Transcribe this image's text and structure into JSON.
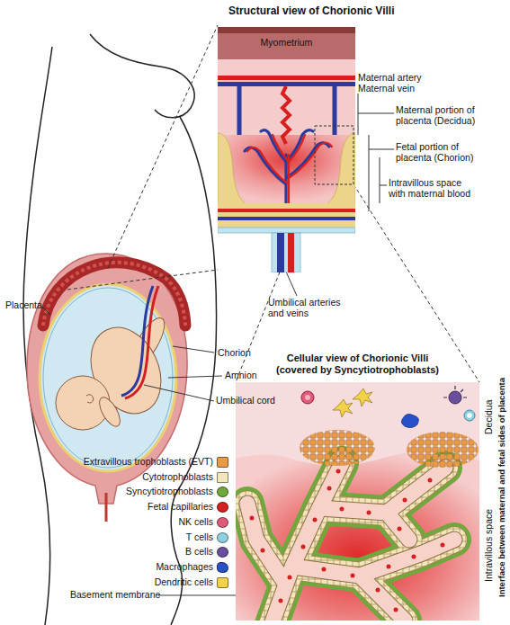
{
  "diagram": {
    "nodes": [
      {
        "text": [
          "Structural view of Chorionic Villi"
        ]
      },
      {
        "text": [
          "Cellular view of Chorionic Villi (covered by Syncytiotrophoblasts)"
        ]
      }
    ],
    "labels": [
      "Myometrium",
      "Maternal artery",
      "Maternal vein",
      "Maternal portion of placenta (Decidua)",
      "Fetal portion of placenta (Chorion)",
      "Intravillous space with maternal blood",
      "Placenta",
      "Chorion",
      "Amnion",
      "Umbilical cord",
      "Umbilical arteries and veins",
      "Basement membrane",
      "Interface between maternal and fetal sides of placenta",
      "Decidua",
      "Intravillous space"
    ],
    "legend": [
      {
        "text": "Extravillous trophoblasts (EVT)",
        "color": "#e89a45"
      },
      {
        "text": "Cytotrophoblasts",
        "color": "#f4e6bc"
      },
      {
        "text": "Syncytiotrophoblasts",
        "color": "#6fa83c"
      },
      {
        "text": "Fetal capillaries",
        "color": "#d42020"
      },
      {
        "text": "NK cells",
        "color": "#e05a7a"
      },
      {
        "text": "T cells",
        "color": "#8fd0e0"
      },
      {
        "text": "B cells",
        "color": "#6a4f9a"
      },
      {
        "text": "Macrophages",
        "color": "#2850c8"
      },
      {
        "text": "Dendritic cells",
        "color": "#f2d24a"
      }
    ]
  }
}
